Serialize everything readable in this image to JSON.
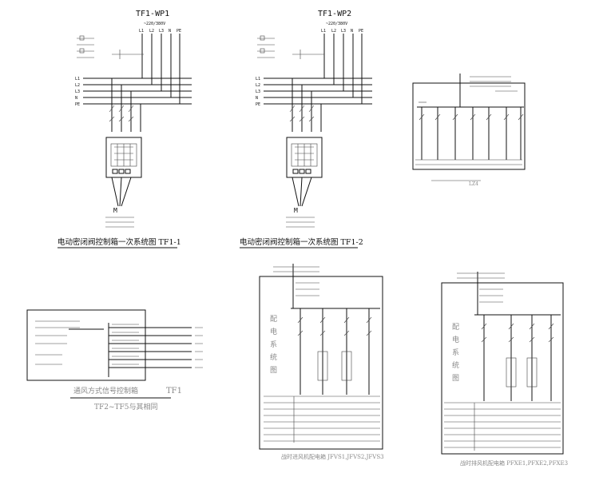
{
  "panel_tf1": {
    "header": "TF1-WP1",
    "voltage": "~220/380V",
    "phases": [
      "L1",
      "L2",
      "L3",
      "N",
      "PE"
    ],
    "bus_labels": [
      "L1",
      "L2",
      "L3",
      "N",
      "PE"
    ],
    "motor_label": "M",
    "caption": "电动密闭阀控制箱一次系统图 TF1-1"
  },
  "panel_tf2": {
    "header": "TF1-WP2",
    "voltage": "~220/380V",
    "phases": [
      "L1",
      "L2",
      "L3",
      "N",
      "PE"
    ],
    "bus_labels": [
      "L1",
      "L2",
      "L3",
      "N",
      "PE"
    ],
    "motor_label": "M",
    "caption": "电动密闭阀控制箱一次系统图 TF1-2"
  },
  "panel_dist": {
    "sub_caption": "LZ4"
  },
  "panel_ctrl": {
    "title": "通风方式信号控制箱",
    "title_code": "TF1",
    "subtitle": "TF2~TF5与其相同"
  },
  "panel_fan1": {
    "vertical_title": [
      "配",
      "电",
      "系",
      "统",
      "图"
    ],
    "caption": "战时进风机配电箱 JFVS1,JFVS2,JFVS3"
  },
  "panel_fan2": {
    "vertical_title": [
      "配",
      "电",
      "系",
      "统",
      "图"
    ],
    "caption": "战时排风机配电箱 PFXE1,PFXE2,PFXE3"
  }
}
